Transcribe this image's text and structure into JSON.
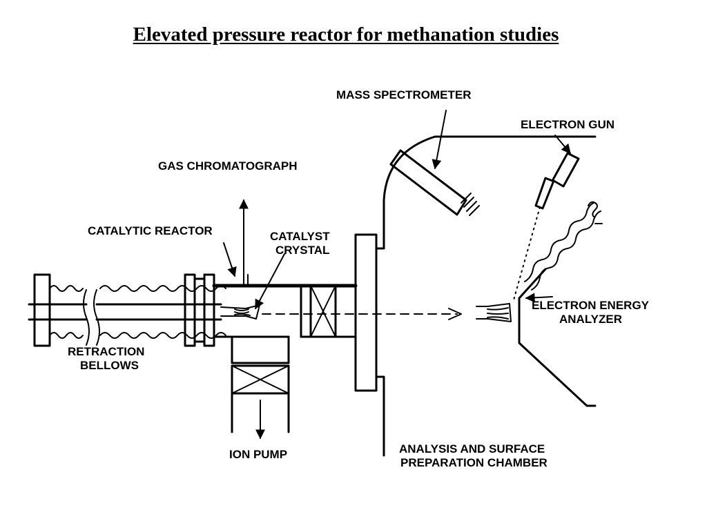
{
  "title": "Elevated pressure reactor for methanation studies",
  "labels": {
    "mass_spectrometer": "MASS SPECTROMETER",
    "electron_gun": "ELECTRON GUN",
    "gas_chromatograph": "GAS CHROMATOGRAPH",
    "catalytic_reactor": "CATALYTIC REACTOR",
    "catalyst_crystal_1": "CATALYST",
    "catalyst_crystal_2": "CRYSTAL",
    "retraction_bellows_1": "RETRACTION",
    "retraction_bellows_2": "BELLOWS",
    "ion_pump": "ION PUMP",
    "electron_energy_analyzer_1": "ELECTRON ENERGY",
    "electron_energy_analyzer_2": "ANALYZER",
    "chamber_1": "ANALYSIS AND SURFACE",
    "chamber_2": "PREPARATION CHAMBER"
  }
}
